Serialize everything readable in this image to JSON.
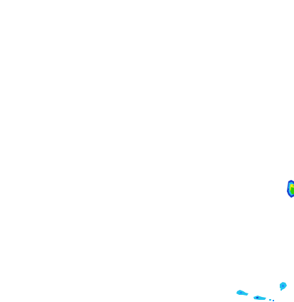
{
  "map": {
    "background_color": "#ffffff",
    "legend_colors": {
      "light": "#22c4ee",
      "moderate": "#1e90ff",
      "heavy": "#1a3fd0",
      "intense_low": "#f2f200",
      "intense_mid": "#9ce000",
      "intense_high": "#2fd000"
    },
    "echoes": [
      {
        "id": "storm-cell-east",
        "intensity": "intense"
      },
      {
        "id": "echo-cluster-southwest",
        "intensity": "light"
      },
      {
        "id": "echo-cluster-south",
        "intensity": "light"
      },
      {
        "id": "echo-cluster-southeast",
        "intensity": "light"
      }
    ]
  }
}
